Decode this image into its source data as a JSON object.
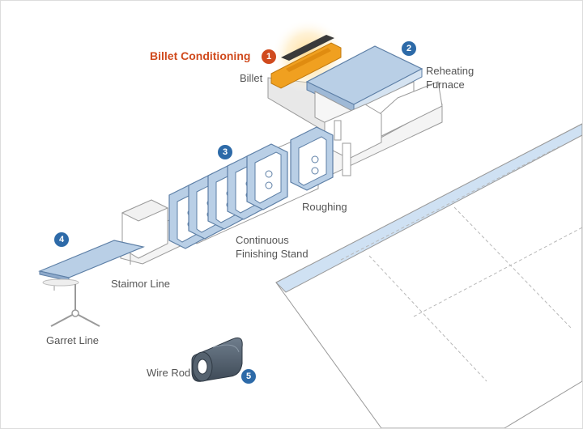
{
  "colors": {
    "accent": "#d04a1d",
    "steps": "#2d6aa8",
    "equipment_fill": "#b9cfe6",
    "equipment_stroke": "#5d7fa6",
    "billet": "#f0a020",
    "outline": "#9a9a9a",
    "ground": "#e8e8e8"
  },
  "steps": [
    {
      "number": "1",
      "label": "Billet Conditioning",
      "highlight": true
    },
    {
      "number": "2",
      "label": "Reheating\nFurnace"
    },
    {
      "number": "3",
      "label": "Continuous\nFinishing Stand"
    },
    {
      "number": "4",
      "label": "Staimor Line"
    },
    {
      "number": "5",
      "label": "Wire Rod"
    }
  ],
  "labels": {
    "billet": "Billet",
    "roughing": "Roughing",
    "garret": "Garret Line"
  },
  "icons": [
    "billet-bar",
    "furnace",
    "roll-stand",
    "staimor-conveyor",
    "garret-reel",
    "wire-rod-coil"
  ]
}
